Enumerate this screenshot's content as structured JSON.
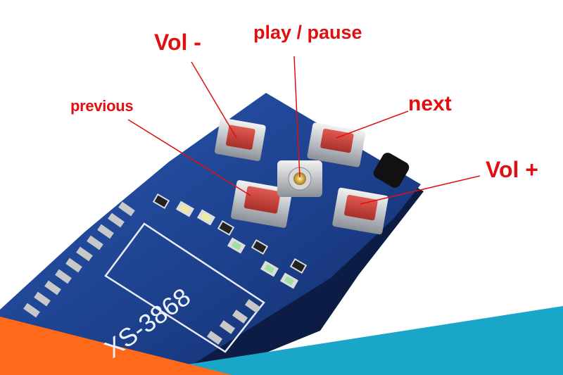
{
  "labels": {
    "vol_minus": "Vol -",
    "play_pause": "play / pause",
    "previous": "previous",
    "next": "next",
    "vol_plus": "Vol +"
  },
  "board": {
    "silkscreen": "XS-3868"
  },
  "colors": {
    "label_text": "#e01010",
    "leader_line": "#e01010",
    "pcb": "#1c3f8a",
    "button_cap": "#c9403b",
    "orange_band": "#ff6a1a",
    "teal_band": "#1aa6c8"
  }
}
